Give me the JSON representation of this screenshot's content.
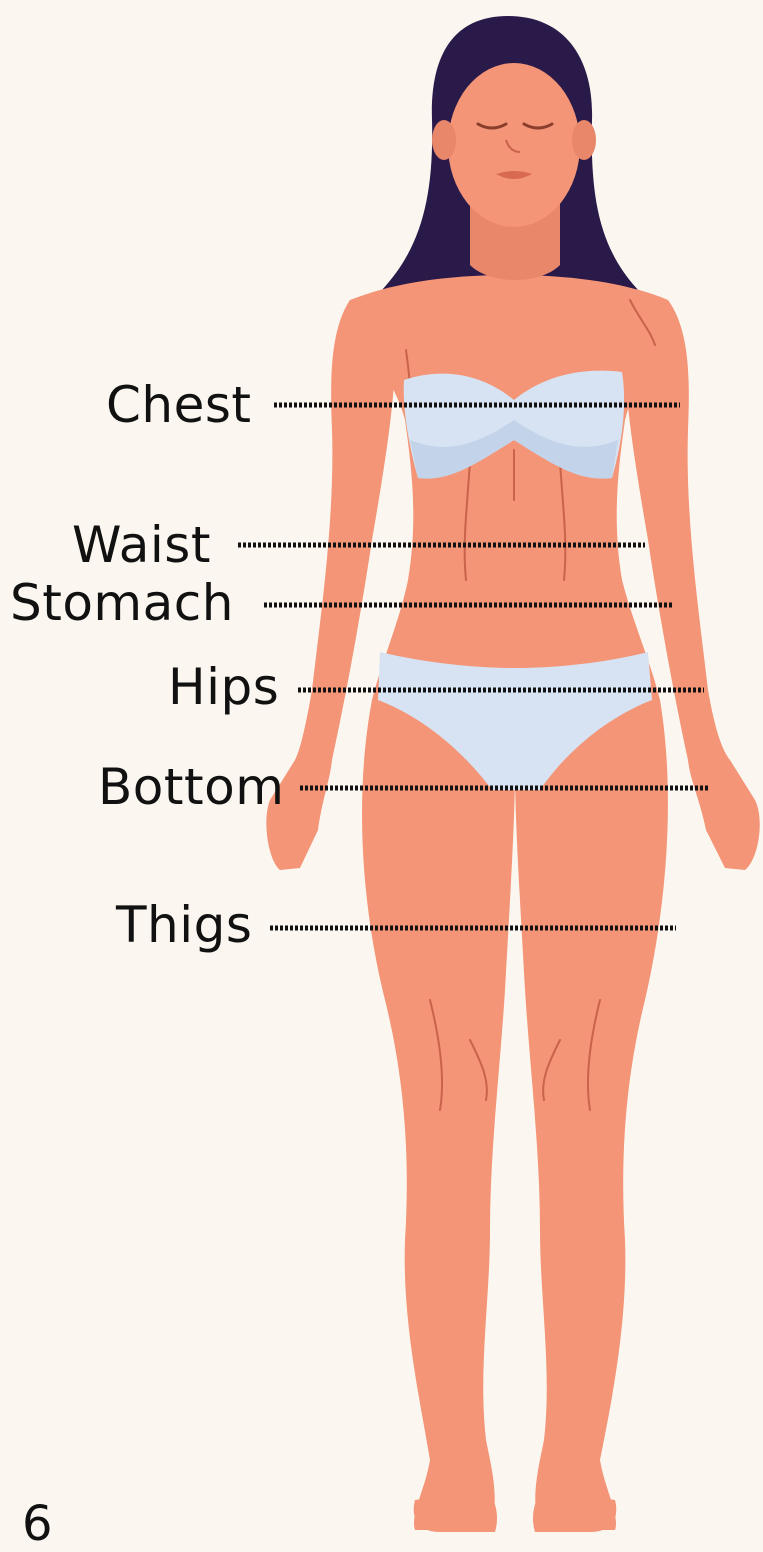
{
  "colors": {
    "background": "#fbf7f0",
    "skin": "#f39576",
    "skin_shadow": "#e07e62",
    "skin_line": "#c9634b",
    "hair": "#2a1a4a",
    "underwear": "#d7e3f3",
    "underwear_shadow": "#c2d3ea",
    "guide_line": "#111111",
    "label_text": "#111111"
  },
  "measurements": [
    {
      "label": "Chest"
    },
    {
      "label": "Waist"
    },
    {
      "label": "Stomach"
    },
    {
      "label": "Hips"
    },
    {
      "label": "Bottom"
    },
    {
      "label": "Thigs"
    }
  ],
  "page_number": "6"
}
